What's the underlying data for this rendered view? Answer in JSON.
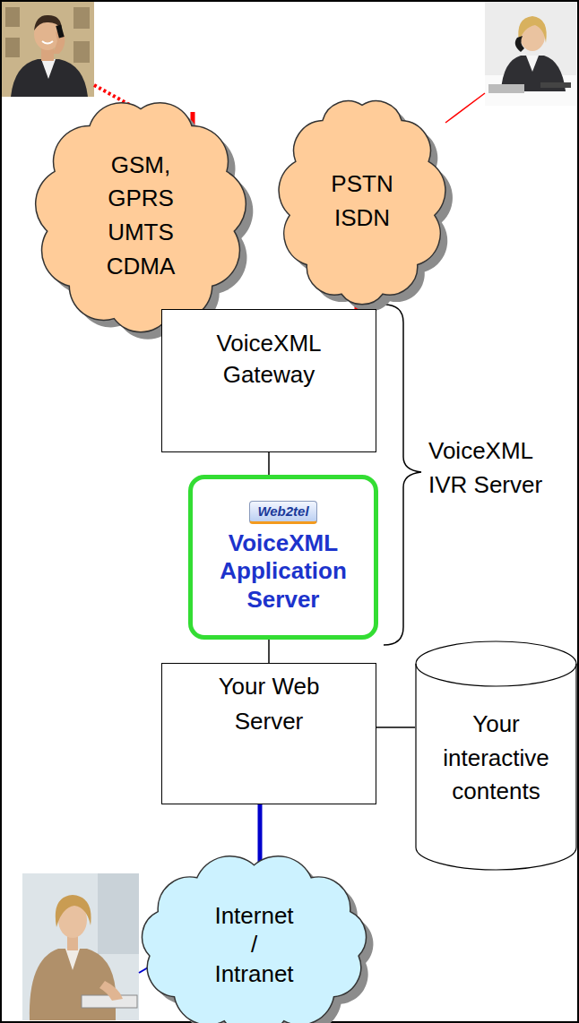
{
  "diagram": {
    "nodes": [
      {
        "text": [
          "GSM, GPRS UMTS CDMA"
        ]
      },
      {
        "text": [
          "PSTN ISDN"
        ]
      },
      {
        "text": [
          "VoiceXML Gateway"
        ]
      },
      {
        "text": [
          "Web2tel",
          "VoiceXML Application Server"
        ]
      },
      {
        "text": [
          "Your Web Server"
        ]
      },
      {
        "text": [
          "Your interactive contents"
        ]
      },
      {
        "text": [
          "Internet / Intranet"
        ]
      }
    ],
    "edges": [
      {
        "from": 0,
        "to": 2,
        "arrow": "none"
      },
      {
        "from": 1,
        "to": 2,
        "arrow": "none"
      },
      {
        "from": 2,
        "to": 3,
        "arrow": "none"
      },
      {
        "from": 3,
        "to": 4,
        "arrow": "none"
      },
      {
        "from": 4,
        "to": 5,
        "arrow": "none"
      },
      {
        "from": 4,
        "to": 6,
        "arrow": "none"
      }
    ],
    "labels": [
      "VoiceXML IVR Server"
    ]
  }
}
